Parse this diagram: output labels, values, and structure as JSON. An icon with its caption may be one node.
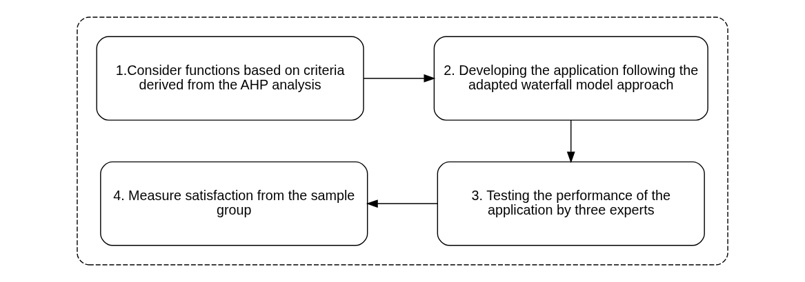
{
  "diagram": {
    "nodes": [
      {
        "text": [],
        "shape": "box"
      },
      {
        "text": [
          "1.Consider functions based on criteria derived from the AHP analysis"
        ],
        "in": 0
      },
      {
        "text": [
          "2. Developing the application following the adapted waterfall model approach"
        ],
        "in": 0
      },
      {
        "text": [
          "3. Testing the performance of the application by three experts"
        ],
        "in": 0
      },
      {
        "text": [
          "4. Measure satisfaction from the sample group"
        ],
        "in": 0
      }
    ],
    "edges": [
      {
        "from": 1,
        "to": 2,
        "arrow": "to"
      },
      {
        "from": 2,
        "to": 3,
        "arrow": "to"
      },
      {
        "from": 3,
        "to": 4,
        "arrow": "to"
      }
    ]
  }
}
